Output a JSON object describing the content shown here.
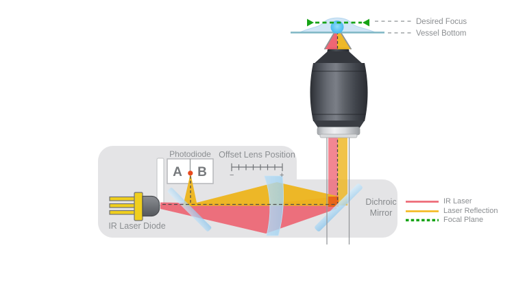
{
  "top_view": {
    "desired_focus_label": "Desired Focus",
    "vessel_bottom_label": "Vessel Bottom"
  },
  "module": {
    "photodiode_label": "Photodiode",
    "photodiode_segment_a": "A",
    "photodiode_segment_b": "B",
    "offset_lens_label": "Offset Lens Position",
    "offset_scale_minus": "−",
    "offset_scale_plus": "+",
    "ir_laser_diode_label": "IR Laser Diode",
    "dichroic_mirror_label_line1": "Dichroic",
    "dichroic_mirror_label_line2": "Mirror"
  },
  "legend": {
    "items": [
      {
        "label": "IR Laser",
        "color": "#ee6b78",
        "style": "solid"
      },
      {
        "label": "Laser Reflection",
        "color": "#f4bb28",
        "style": "solid"
      },
      {
        "label": "Focal Plane",
        "color": "#16a316",
        "style": "dashed"
      }
    ]
  },
  "colors": {
    "ir_laser_beam": "#ed5e6d",
    "laser_reflection_beam": "#edb41c",
    "beam_overlap": "#e8611a",
    "focal_plane_green": "#16a316",
    "optics_glass_blue": "#a9d4f0",
    "panel_background": "#e4e4e6",
    "focus_spot_blue": "#3cb3ee",
    "vessel_line_teal": "#7db6c4",
    "laser_diode_yellow": "#f0cf1e"
  }
}
